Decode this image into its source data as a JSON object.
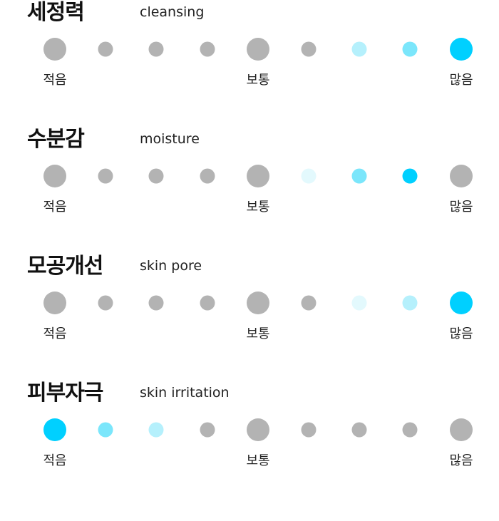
{
  "colors": {
    "gray": "#b3b3b3",
    "cyan_strong": "#00d0ff",
    "cyan_medium": "#7be6fb",
    "cyan_light": "#b5f0fc",
    "cyan_faint": "#e3f9fd"
  },
  "scale_labels": {
    "low": "적음",
    "mid": "보통",
    "high": "많음"
  },
  "sections": [
    {
      "title": "세정력",
      "subtitle": "cleansing",
      "dots": [
        "gray",
        "gray",
        "gray",
        "gray",
        "gray",
        "gray",
        "cyan_light",
        "cyan_medium",
        "cyan_strong"
      ]
    },
    {
      "title": "수분감",
      "subtitle": "moisture",
      "dots": [
        "gray",
        "gray",
        "gray",
        "gray",
        "gray",
        "cyan_faint",
        "cyan_medium",
        "cyan_strong",
        "gray"
      ]
    },
    {
      "title": "모공개선",
      "subtitle": "skin pore",
      "dots": [
        "gray",
        "gray",
        "gray",
        "gray",
        "gray",
        "gray",
        "cyan_faint",
        "cyan_light",
        "cyan_strong"
      ]
    },
    {
      "title": "피부자극",
      "subtitle": "skin irritation",
      "dots": [
        "cyan_strong",
        "cyan_medium",
        "cyan_light",
        "gray",
        "gray",
        "gray",
        "gray",
        "gray",
        "gray"
      ]
    }
  ]
}
